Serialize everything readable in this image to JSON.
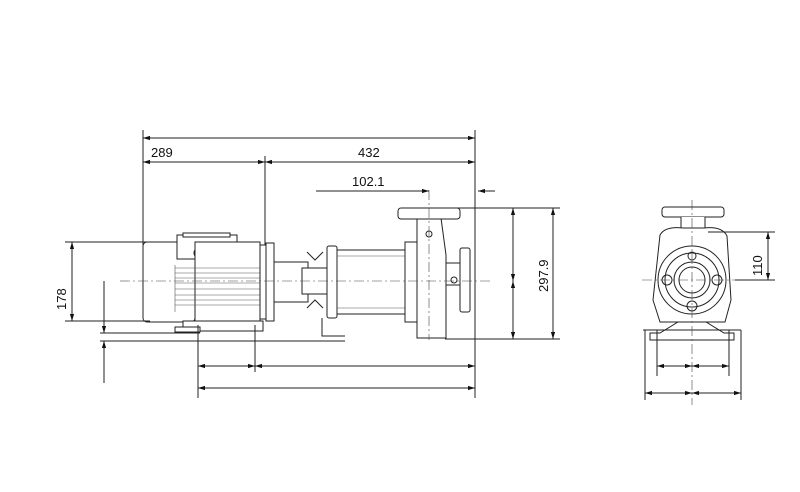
{
  "drawing": {
    "dimensions": {
      "motor_length": "289",
      "pump_length": "432",
      "port_offset": "102.1",
      "shaft_height": "178",
      "total_height": "297.9",
      "outlet_height": "110"
    },
    "line_color": "#222222"
  }
}
